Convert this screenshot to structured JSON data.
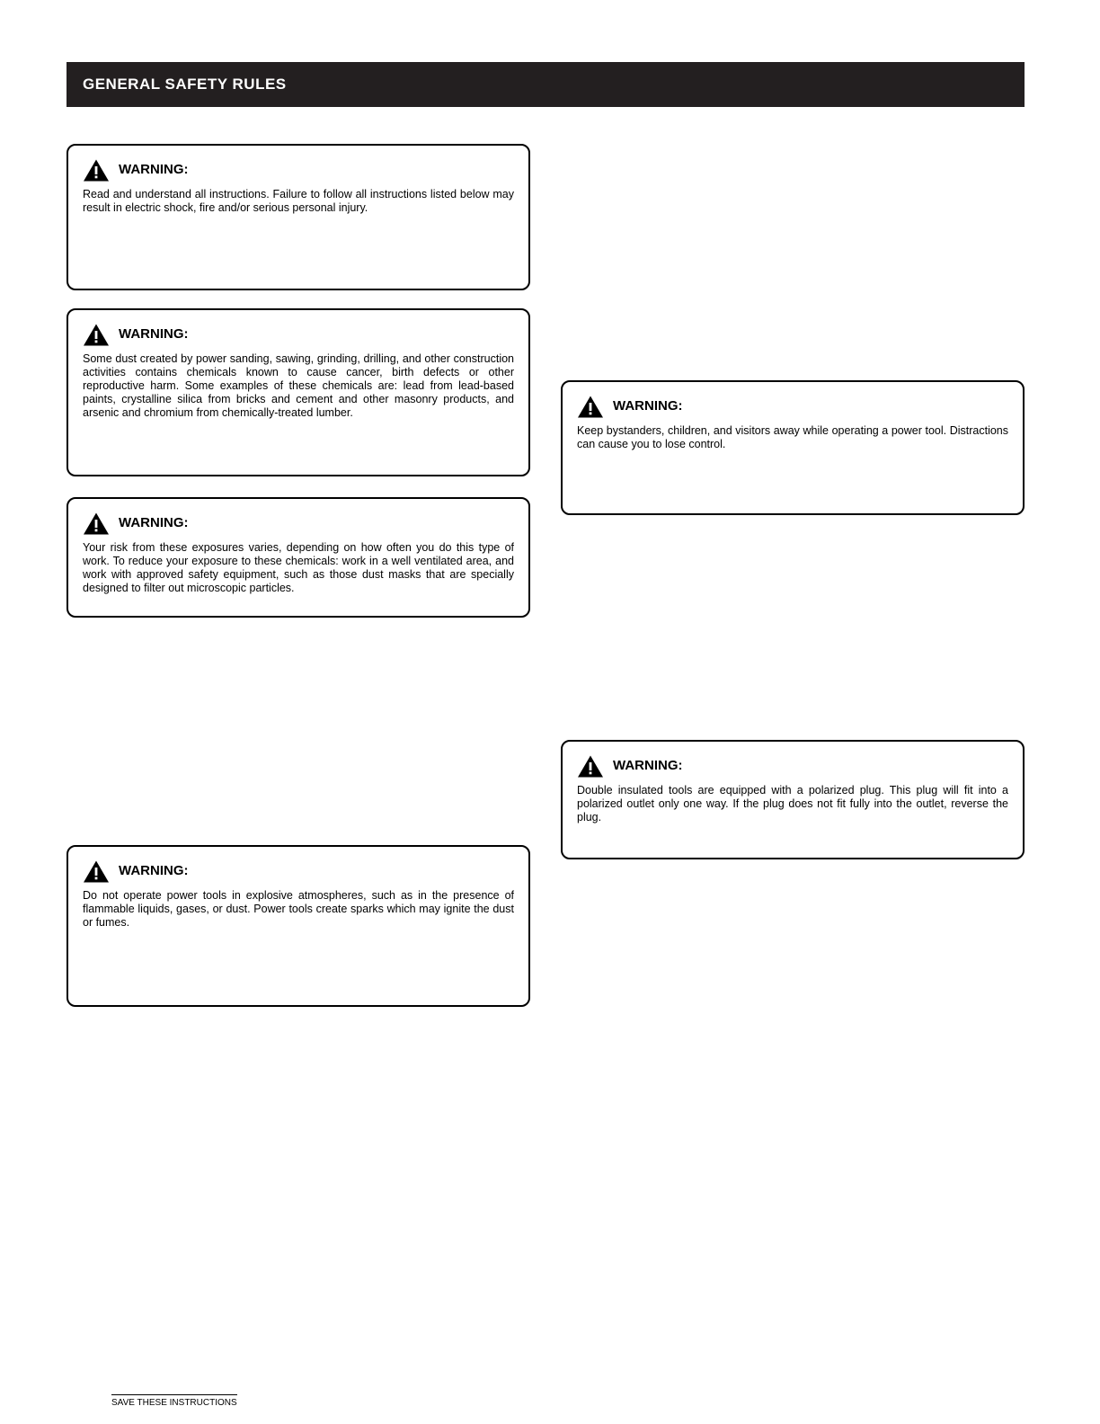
{
  "header": {
    "title": "GENERAL SAFETY RULES"
  },
  "warnings": {
    "w1": {
      "label": "WARNING:",
      "text": "Read and understand all instructions. Failure to follow all instructions listed below may result in electric shock, fire and/or serious personal injury."
    },
    "w2": {
      "label": "WARNING:",
      "text": "Some dust created by power sanding, sawing, grinding, drilling, and other construction activities contains chemicals known to cause cancer, birth defects or other reproductive harm. Some examples of these chemicals are: lead from lead-based paints, crystalline silica from bricks and cement and other masonry products, and arsenic and chromium from chemically-treated lumber."
    },
    "w3": {
      "label": "WARNING:",
      "text": "Your risk from these exposures varies, depending on how often you do this type of work. To reduce your exposure to these chemicals: work in a well ventilated area, and work with approved safety equipment, such as those dust masks that are specially designed to filter out microscopic particles."
    },
    "w4": {
      "label": "WARNING:",
      "text": "Do not operate power tools in explosive atmospheres, such as in the presence of flammable liquids, gases, or dust. Power tools create sparks which may ignite the dust or fumes."
    },
    "w5": {
      "label": "WARNING:",
      "text": "Keep bystanders, children, and visitors away while operating a power tool. Distractions can cause you to lose control."
    },
    "w6": {
      "label": "WARNING:",
      "text": "Double insulated tools are equipped with a polarized plug. This plug will fit into a polarized outlet only one way. If the plug does not fit fully into the outlet, reverse the plug."
    }
  },
  "footnote": {
    "text": "SAVE THESE INSTRUCTIONS"
  },
  "page_number": ""
}
